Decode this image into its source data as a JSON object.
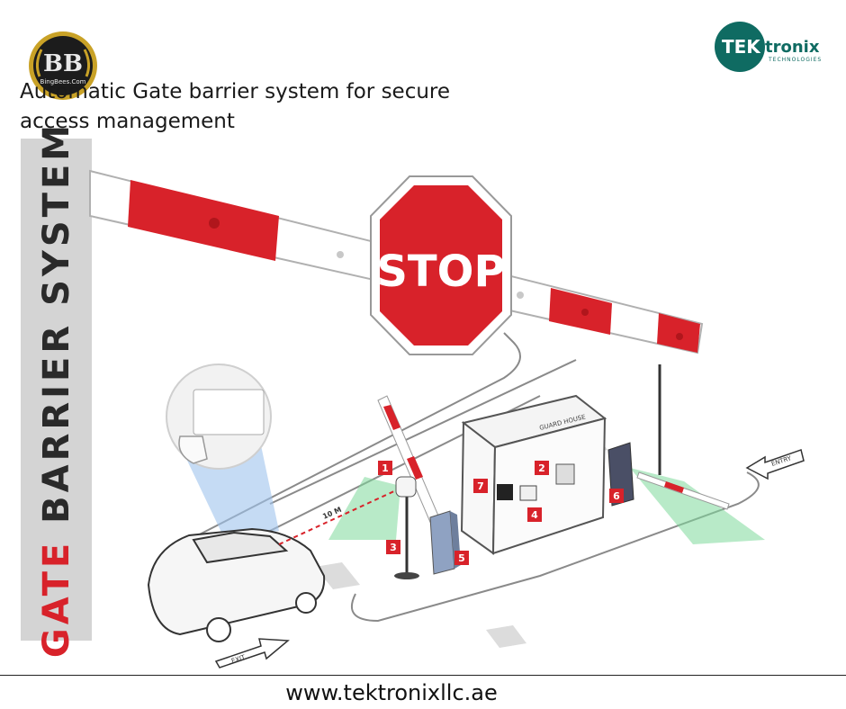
{
  "logo_left": {
    "text": "BingBees.Com"
  },
  "logo_right": {
    "brand": "tronix",
    "tagline": "TECHNOLOGIES"
  },
  "headline": {
    "line1": "Automatic Gate barrier system for secure",
    "line2": "access management"
  },
  "side_banner": {
    "word1": "GATE",
    "word2": "BARRIER SYSTEM"
  },
  "sign": {
    "text": "STOP"
  },
  "diagram": {
    "booth_label": "GUARD HOUSE",
    "distance_label": "10 M",
    "entry_label": "ENTRY",
    "exit_label": "EXIT",
    "markers": [
      "1",
      "2",
      "3",
      "4",
      "5",
      "6",
      "7"
    ]
  },
  "footer": {
    "url": "www.tektronixllc.ae"
  },
  "colors": {
    "red": "#d8222a",
    "teal": "#0f6b62",
    "gray_panel": "#d4d4d4",
    "green_beam": "#7dd99a",
    "blue_beam": "#9fc3ec"
  }
}
